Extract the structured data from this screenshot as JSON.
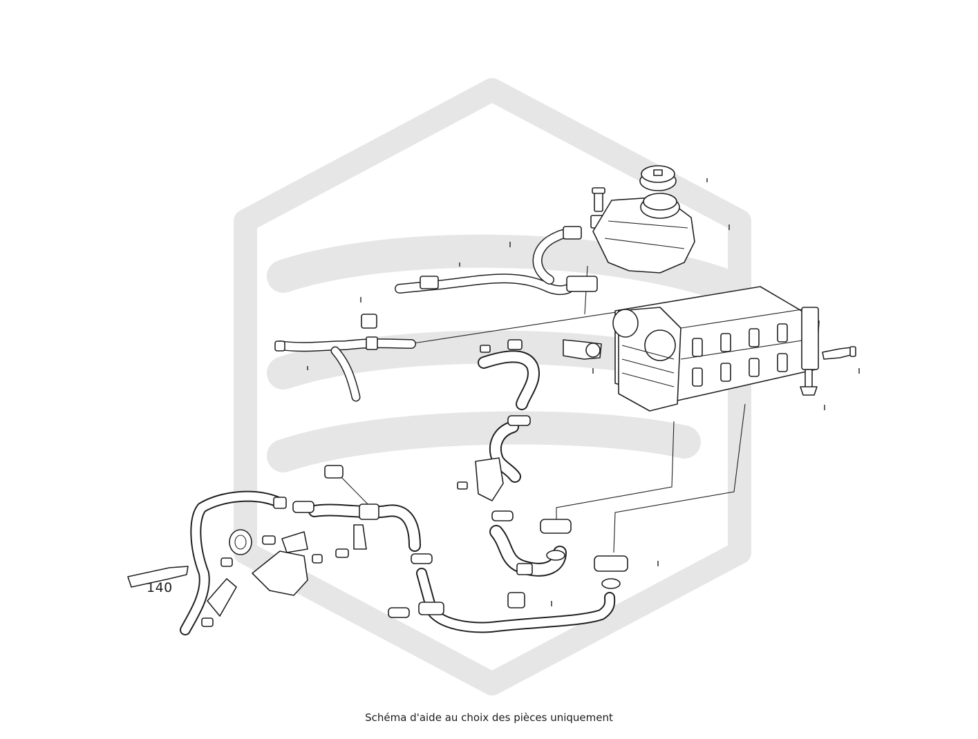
{
  "diagram": {
    "part_labels": [
      "140"
    ],
    "watermark_icon": "brand-hexagon-watermark",
    "colors": {
      "line": "#1f1f1f",
      "watermark": "#e6e6e6",
      "background": "#ffffff"
    }
  },
  "caption": "Schéma d'aide au choix des pièces uniquement"
}
